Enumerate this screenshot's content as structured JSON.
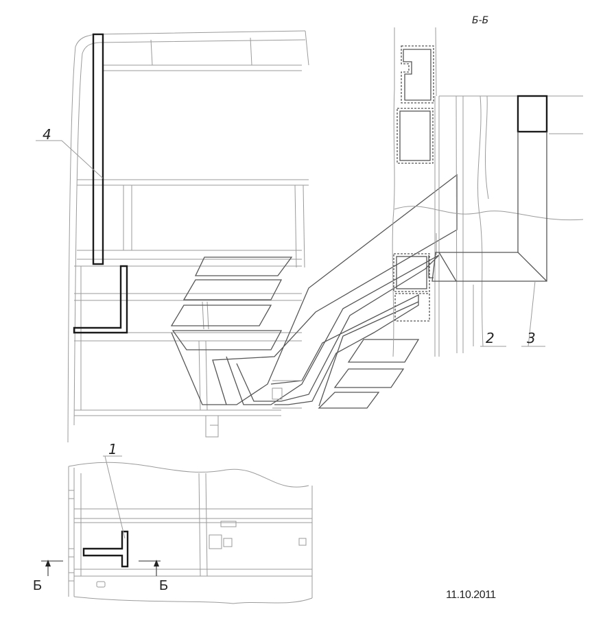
{
  "section_title": "Б-Б",
  "callouts": {
    "c1": "1",
    "c2": "2",
    "c3": "3",
    "c4": "4"
  },
  "section_marks": {
    "left": "Б",
    "right": "Б"
  },
  "date": "11.10.2011"
}
